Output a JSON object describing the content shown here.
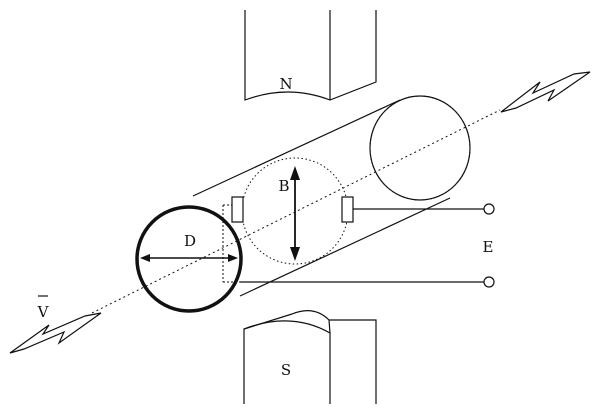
{
  "labels": {
    "north_pole": "N",
    "south_pole": "S",
    "magnetic_field": "B",
    "diameter": "D",
    "emf": "E",
    "velocity": "V"
  },
  "colors": {
    "stroke": "#111111",
    "background": "#ffffff"
  }
}
